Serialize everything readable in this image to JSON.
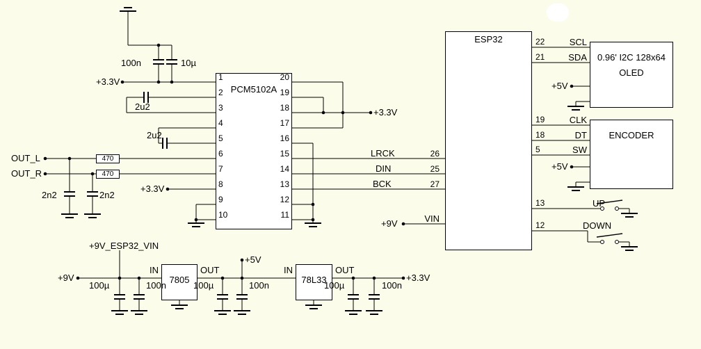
{
  "colors": {
    "background": "#fcfcea",
    "wire": "#000000",
    "component_fill": "#ffffff"
  },
  "pcm5102a": {
    "name": "PCM5102A",
    "pins_left": [
      "1",
      "2",
      "3",
      "4",
      "5",
      "6",
      "7",
      "8",
      "9",
      "10"
    ],
    "pins_right": [
      "20",
      "19",
      "18",
      "17",
      "16",
      "15",
      "14",
      "13",
      "12",
      "11"
    ]
  },
  "esp32": {
    "name": "ESP32",
    "vin": "VIN",
    "num_scl": "22",
    "num_sda": "21",
    "num_clk": "19",
    "num_dt": "18",
    "num_sw": "5",
    "num_up": "13",
    "num_down": "12",
    "num_lrck": "26",
    "num_din": "25",
    "num_bck": "27"
  },
  "oled": {
    "title": "0.96' I2C 128x64",
    "name": "OLED"
  },
  "encoder": {
    "name": "ENCODER"
  },
  "buttons": {
    "up": "UP",
    "down": "DOWN"
  },
  "signals": {
    "out_l": "OUT_L",
    "out_r": "OUT_R",
    "lrck": "LRCK",
    "din": "DIN",
    "bck": "BCK",
    "scl": "SCL",
    "sda": "SDA",
    "clk": "CLK",
    "dt": "DT",
    "sw": "SW"
  },
  "power": {
    "v33": "+3.3V",
    "v5": "+5V",
    "v9": "+9V",
    "v9_esp32_vin": "+9V_ESP32_VIN"
  },
  "parts": {
    "r470": "470",
    "c100n": "100n",
    "c10u": "10µ",
    "c2u2": "2u2",
    "c2n2": "2n2",
    "c100u": "100µ",
    "reg1": "7805",
    "reg2": "78L33",
    "pin_in": "IN",
    "pin_out": "OUT"
  }
}
